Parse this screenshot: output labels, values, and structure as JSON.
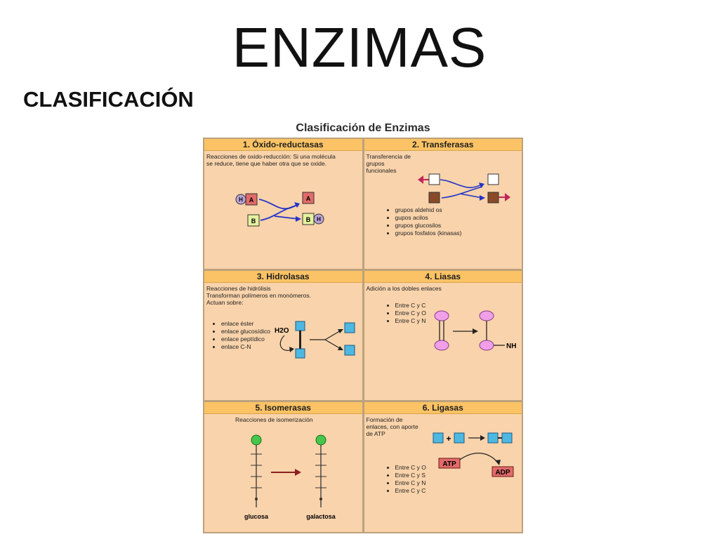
{
  "page": {
    "title": "ENZIMAS",
    "subtitle": "CLASIFICACIÓN"
  },
  "figure": {
    "title": "Clasificación de Enzimas",
    "cells": [
      {
        "heading": "1. Óxido-reductasas",
        "text": [
          "Reacciones de oxido-reducción: Si una molécula",
          "se reduce, tiene que haber otra que se oxide."
        ],
        "diagram_labels": [
          "H",
          "A",
          "B",
          "A",
          "B",
          "H"
        ]
      },
      {
        "heading": "2. Transferasas",
        "text": [
          "Transferencia de",
          "grupos",
          "funcionales"
        ],
        "bullets": [
          "grupos aldehid os",
          "gupos acilos",
          "grupos glucosilos",
          "grupos fosfatos (kinasas)"
        ]
      },
      {
        "heading": "3. Hidrolasas",
        "text": [
          "Reacciones de hidrólisis",
          "Transforman polímeros en monómeros.",
          "Actuan sobre:"
        ],
        "bullets": [
          "enlace éster",
          "enlace glucosídico",
          "enlace peptídico",
          "enlace C-N"
        ],
        "diagram_labels": [
          "H2O"
        ]
      },
      {
        "heading": "4. Liasas",
        "text": [
          "Adición a los dobles enlaces"
        ],
        "bullets": [
          "Entre C y C",
          "Entre C y O",
          "Entre C y N"
        ],
        "diagram_labels": [
          "NH"
        ]
      },
      {
        "heading": "5. Isomerasas",
        "text": [
          "Reacciones de isomerización"
        ],
        "diagram_labels": [
          "glucosa",
          "galactosa"
        ]
      },
      {
        "heading": "6. Ligasas",
        "text": [
          "Formación de",
          "enlaces, con aporte",
          "de ATP"
        ],
        "bullets": [
          "Entre C y O",
          "Entre C y S",
          "Entre C y N",
          "Entre C y C"
        ],
        "diagram_labels": [
          "+",
          "ATP",
          "ADP"
        ]
      }
    ]
  },
  "colors": {
    "cell_bg": "#f9d3ab",
    "header_bg": "#fbc365",
    "red_box": "#e26a6a",
    "green_box": "#e4f2a0",
    "purple_circle": "#b9a3d6",
    "blue_arrow": "#2233c8",
    "cyan_square": "#4fb8e0",
    "brown_square": "#8a4a28",
    "magenta": "#c0265a",
    "pink_circle": "#f0a0e8",
    "green_circle": "#46c64a",
    "dark_red_arrow": "#8a1f1f"
  }
}
